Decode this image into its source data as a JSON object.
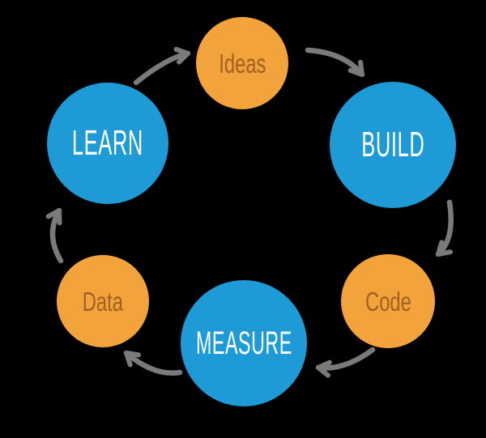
{
  "diagram": {
    "background_color": "#000000",
    "colors": {
      "stage_circle_blue": "#1E9AD6",
      "artifact_circle_orange": "#F2A33C",
      "stage_text": "#FFFFFF",
      "artifact_text": "#A26122",
      "arrow_gray": "#7A7A7A"
    },
    "nodes": {
      "ideas": {
        "label": "Ideas"
      },
      "build": {
        "label": "BUILD"
      },
      "code": {
        "label": "Code"
      },
      "measure": {
        "label": "MEASURE"
      },
      "data": {
        "label": "Data"
      },
      "learn": {
        "label": "LEARN"
      }
    },
    "edges": [
      {
        "from": "LEARN",
        "to": "Ideas"
      },
      {
        "from": "Ideas",
        "to": "BUILD"
      },
      {
        "from": "BUILD",
        "to": "Code"
      },
      {
        "from": "Code",
        "to": "MEASURE"
      },
      {
        "from": "MEASURE",
        "to": "Data"
      },
      {
        "from": "Data",
        "to": "LEARN"
      }
    ]
  }
}
